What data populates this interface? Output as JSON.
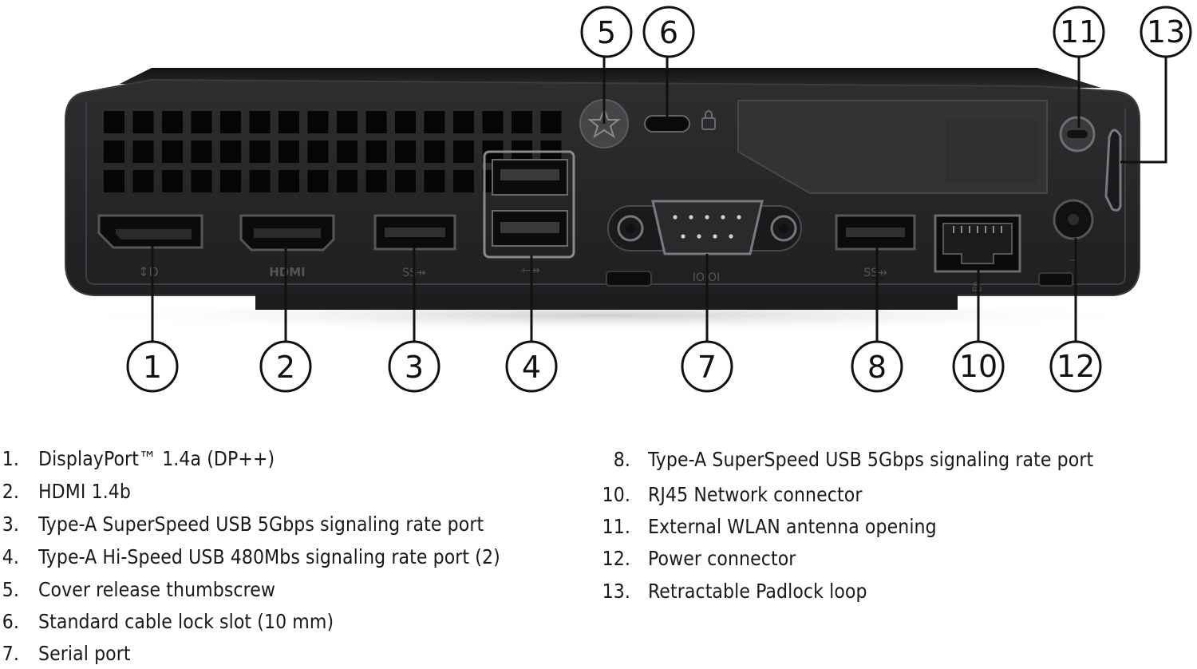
{
  "callouts": [
    {
      "id": "1",
      "label": "1"
    },
    {
      "id": "2",
      "label": "2"
    },
    {
      "id": "3",
      "label": "3"
    },
    {
      "id": "4",
      "label": "4"
    },
    {
      "id": "5",
      "label": "5"
    },
    {
      "id": "6",
      "label": "6"
    },
    {
      "id": "7",
      "label": "7"
    },
    {
      "id": "8",
      "label": "8"
    },
    {
      "id": "10",
      "label": "10"
    },
    {
      "id": "11",
      "label": "11"
    },
    {
      "id": "12",
      "label": "12"
    },
    {
      "id": "13",
      "label": "13"
    }
  ],
  "legend_left": [
    {
      "num": "1.",
      "text": "DisplayPort™ 1.4a (DP++)"
    },
    {
      "num": "2.",
      "text": "HDMI 1.4b"
    },
    {
      "num": "3.",
      "text": "Type-A SuperSpeed USB 5Gbps signaling rate port"
    },
    {
      "num": "4.",
      "text": "Type-A Hi-Speed USB 480Mbs signaling rate port (2)"
    },
    {
      "num": "5.",
      "text": "Cover release thumbscrew"
    },
    {
      "num": "6.",
      "text": "Standard cable lock slot (10 mm)"
    },
    {
      "num": "7.",
      "text": "Serial port"
    }
  ],
  "legend_right": [
    {
      "num": "8.",
      "text": "Type-A SuperSpeed USB 5Gbps signaling rate port"
    },
    {
      "num": "10.",
      "text": "RJ45 Network connector"
    },
    {
      "num": "11.",
      "text": "External WLAN antenna opening"
    },
    {
      "num": "12.",
      "text": "Power connector"
    },
    {
      "num": "13.",
      "text": "Retractable Padlock loop"
    }
  ],
  "colors": {
    "chassis": "#2a2a2c",
    "chassis_edge": "#3a3a3d",
    "port_dark": "#0b0b0c",
    "port_light": "#5a5a5e",
    "label": "#111111"
  }
}
